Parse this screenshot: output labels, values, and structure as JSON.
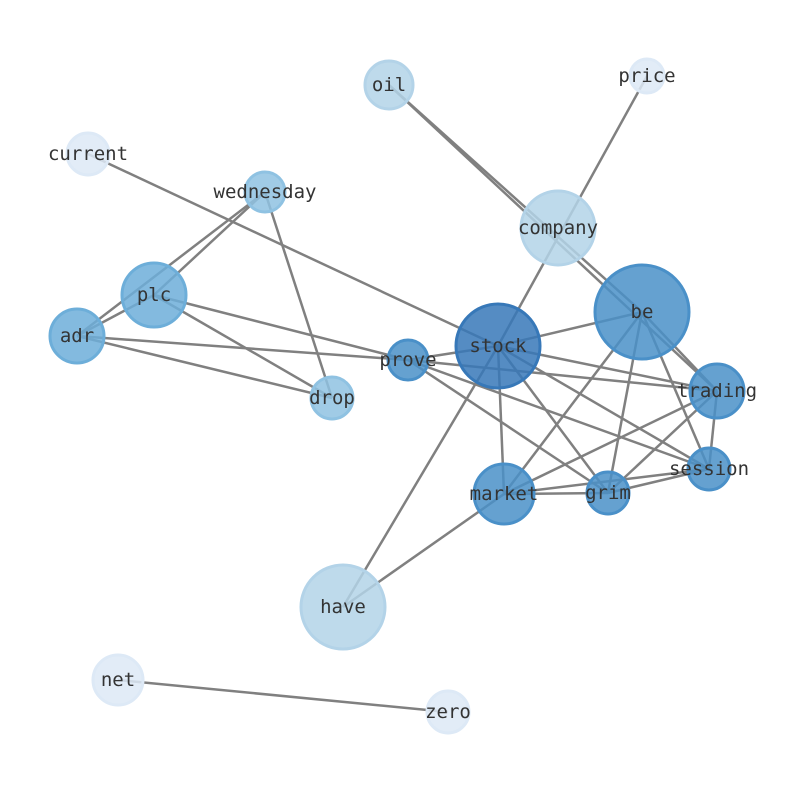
{
  "nodes": [
    {
      "id": "oil",
      "label": "oil",
      "color": "#b3d3e8",
      "size": 2
    },
    {
      "id": "price",
      "label": "price",
      "color": "#dde9f6",
      "size": 1
    },
    {
      "id": "current",
      "label": "current",
      "color": "#dde9f6",
      "size": 1
    },
    {
      "id": "wednesday",
      "label": "wednesday",
      "color": "#8fc2e2",
      "size": 2
    },
    {
      "id": "company",
      "label": "company",
      "color": "#b3d3e8",
      "size": 4
    },
    {
      "id": "plc",
      "label": "plc",
      "color": "#6daed9",
      "size": 4
    },
    {
      "id": "be",
      "label": "be",
      "color": "#4a90c8",
      "size": 6
    },
    {
      "id": "adr",
      "label": "adr",
      "color": "#6daed9",
      "size": 3
    },
    {
      "id": "stock",
      "label": "stock",
      "color": "#3778b8",
      "size": 6
    },
    {
      "id": "prove",
      "label": "prove",
      "color": "#4a90c8",
      "size": 2
    },
    {
      "id": "drop",
      "label": "drop",
      "color": "#8fc2e2",
      "size": 2
    },
    {
      "id": "trading",
      "label": "trading",
      "color": "#4a90c8",
      "size": 3
    },
    {
      "id": "session",
      "label": "session",
      "color": "#4a90c8",
      "size": 2
    },
    {
      "id": "market",
      "label": "market",
      "color": "#4a90c8",
      "size": 3
    },
    {
      "id": "grim",
      "label": "grim",
      "color": "#4a90c8",
      "size": 2
    },
    {
      "id": "have",
      "label": "have",
      "color": "#b3d3e8",
      "size": 6
    },
    {
      "id": "net",
      "label": "net",
      "color": "#dde9f6",
      "size": 2
    },
    {
      "id": "zero",
      "label": "zero",
      "color": "#dde9f6",
      "size": 1
    }
  ],
  "edges": [
    [
      "oil",
      "be"
    ],
    [
      "oil",
      "trading"
    ],
    [
      "price",
      "stock"
    ],
    [
      "current",
      "stock"
    ],
    [
      "wednesday",
      "plc"
    ],
    [
      "wednesday",
      "adr"
    ],
    [
      "wednesday",
      "drop"
    ],
    [
      "plc",
      "adr"
    ],
    [
      "plc",
      "prove"
    ],
    [
      "plc",
      "drop"
    ],
    [
      "adr",
      "prove"
    ],
    [
      "adr",
      "drop"
    ],
    [
      "stock",
      "prove"
    ],
    [
      "stock",
      "be"
    ],
    [
      "stock",
      "trading"
    ],
    [
      "stock",
      "session"
    ],
    [
      "stock",
      "market"
    ],
    [
      "stock",
      "grim"
    ],
    [
      "stock",
      "have"
    ],
    [
      "prove",
      "trading"
    ],
    [
      "prove",
      "session"
    ],
    [
      "prove",
      "grim"
    ],
    [
      "be",
      "market"
    ],
    [
      "be",
      "grim"
    ],
    [
      "be",
      "session"
    ],
    [
      "be",
      "trading"
    ],
    [
      "trading",
      "market"
    ],
    [
      "trading",
      "grim"
    ],
    [
      "trading",
      "session"
    ],
    [
      "session",
      "market"
    ],
    [
      "session",
      "grim"
    ],
    [
      "market",
      "grim"
    ],
    [
      "market",
      "have"
    ],
    [
      "net",
      "zero"
    ]
  ]
}
